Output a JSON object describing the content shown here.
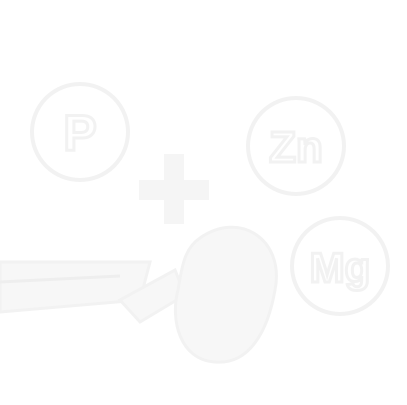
{
  "elements": {
    "p_symbol": "P",
    "zn_symbol": "Zn",
    "mg_symbol": "Mg"
  },
  "colors": {
    "background": "#ffffff",
    "stroke": "#f2f2f2",
    "fill": "#f7f7f7"
  }
}
